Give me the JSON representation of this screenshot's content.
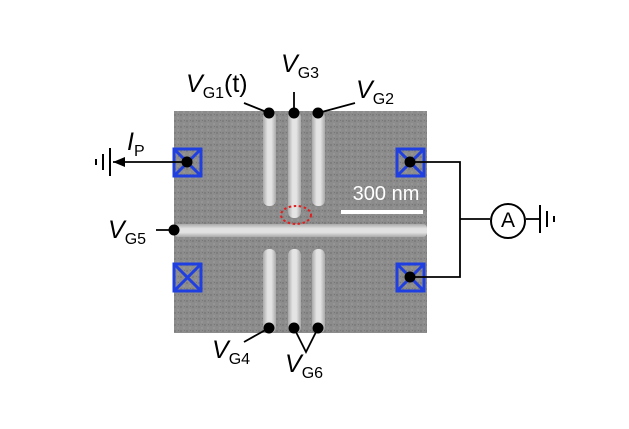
{
  "labels": {
    "g1": {
      "v": "V",
      "sub": "G1",
      "suffix": "(t)"
    },
    "g2": {
      "v": "V",
      "sub": "G2",
      "suffix": ""
    },
    "g3": {
      "v": "V",
      "sub": "G3",
      "suffix": ""
    },
    "g4": {
      "v": "V",
      "sub": "G4",
      "suffix": ""
    },
    "g5": {
      "v": "V",
      "sub": "G5",
      "suffix": ""
    },
    "g6": {
      "v": "V",
      "sub": "G6",
      "suffix": ""
    },
    "ip": {
      "v": "I",
      "sub": "P",
      "suffix": ""
    }
  },
  "scale_bar": {
    "text": "300 nm"
  },
  "ammeter": {
    "symbol": "A"
  },
  "colors": {
    "substrate": "#8a8a8a",
    "gate": "#d6d6d6",
    "contact": "#1f3fe0",
    "qd_marker": "#e02020",
    "wire": "#000000"
  },
  "icons": [
    "ground-icon",
    "ohmic-contact-icon",
    "ammeter-icon",
    "arrow-icon"
  ]
}
